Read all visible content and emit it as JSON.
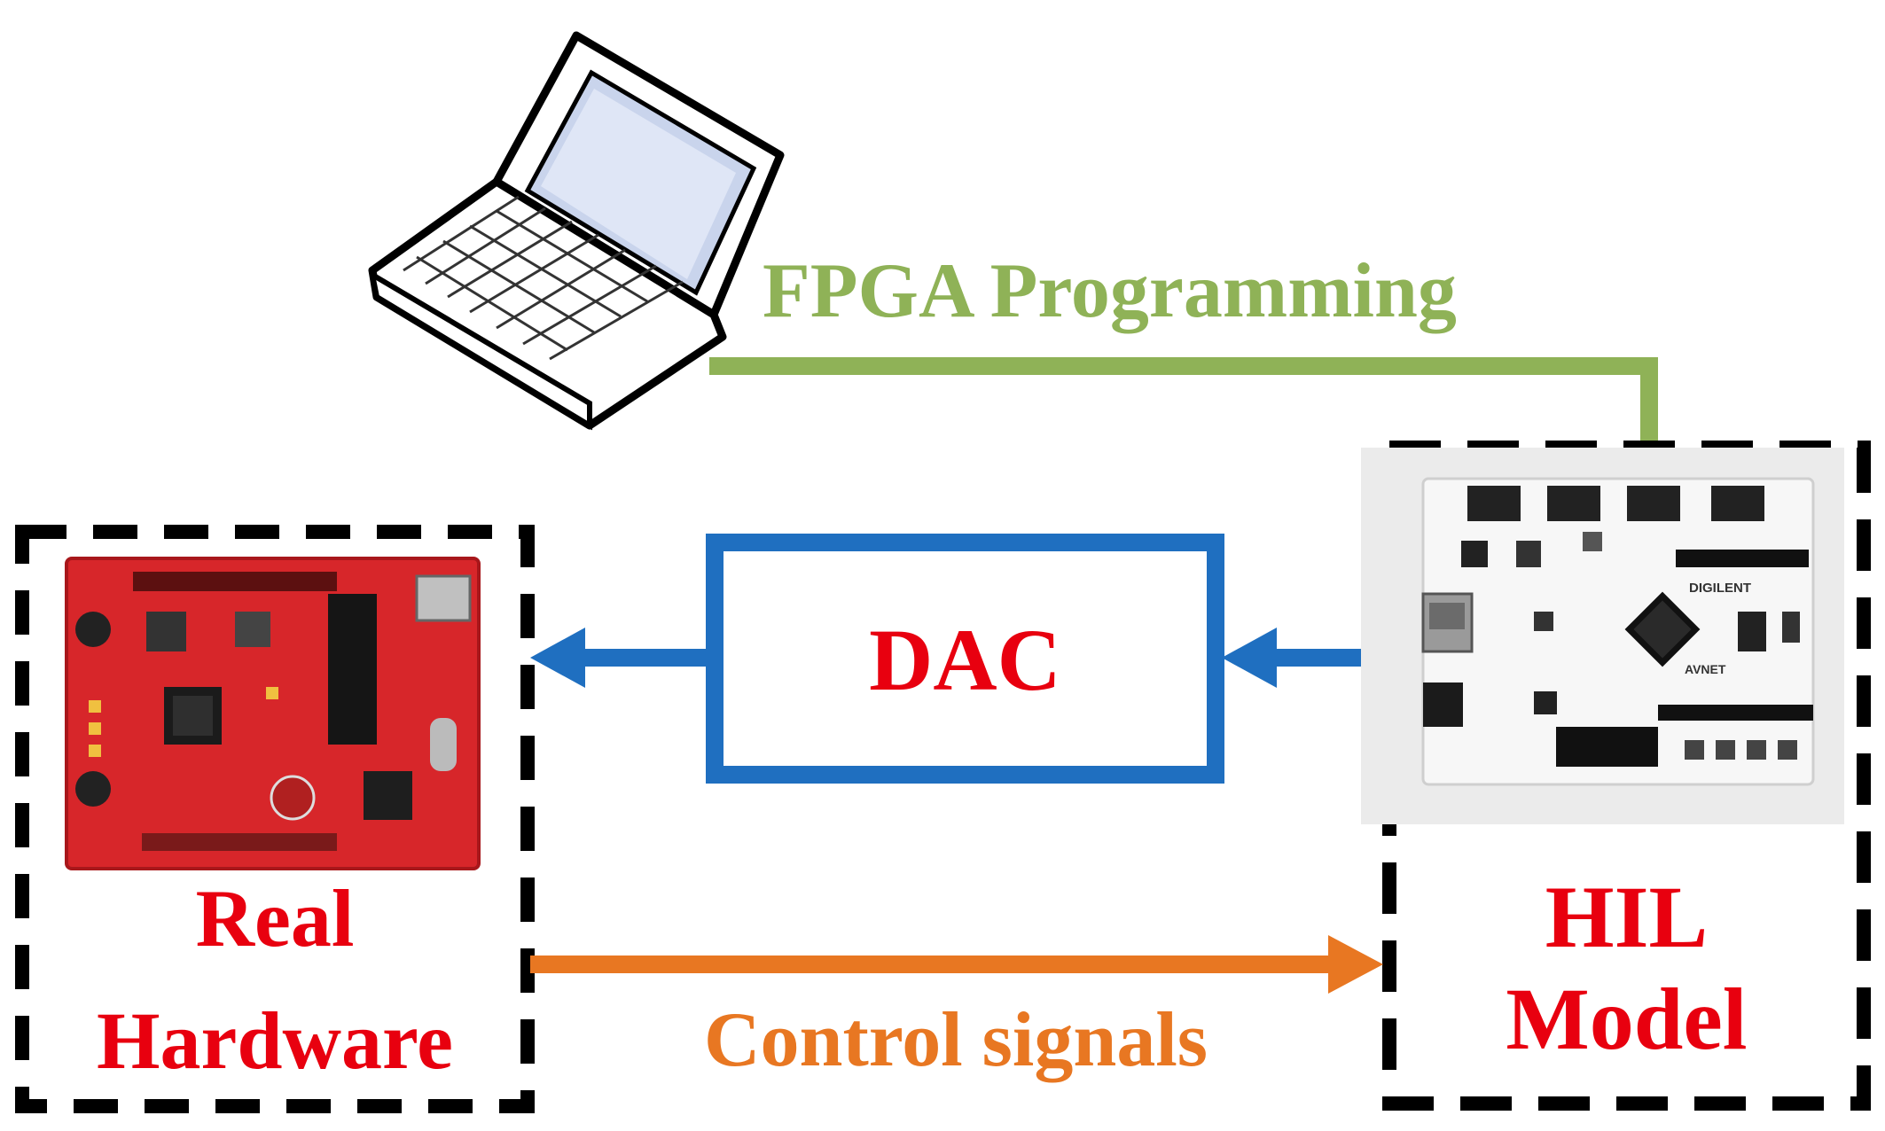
{
  "labels": {
    "fpga_programming": "FPGA Programming",
    "dac": "DAC",
    "real_hardware_line1": "Real",
    "real_hardware_line2": "Hardware",
    "hil_line1": "HIL",
    "hil_line2": "Model",
    "control_signals": "Control signals"
  },
  "board_marks": {
    "fpga_board_brand_1": "DIGILENT",
    "fpga_board_brand_2": "AVNET"
  },
  "colors": {
    "fpga_arrow": "#8fb257",
    "dac_arrow": "#1f6fc0",
    "control_arrow": "#e87722",
    "label_red": "#e8000f",
    "dashed_border": "#000000",
    "launchpad_red": "#d7262a",
    "fpga_board": "#f2f2f2"
  },
  "icons": [
    "laptop-icon",
    "microcontroller-board-image",
    "fpga-board-image"
  ]
}
